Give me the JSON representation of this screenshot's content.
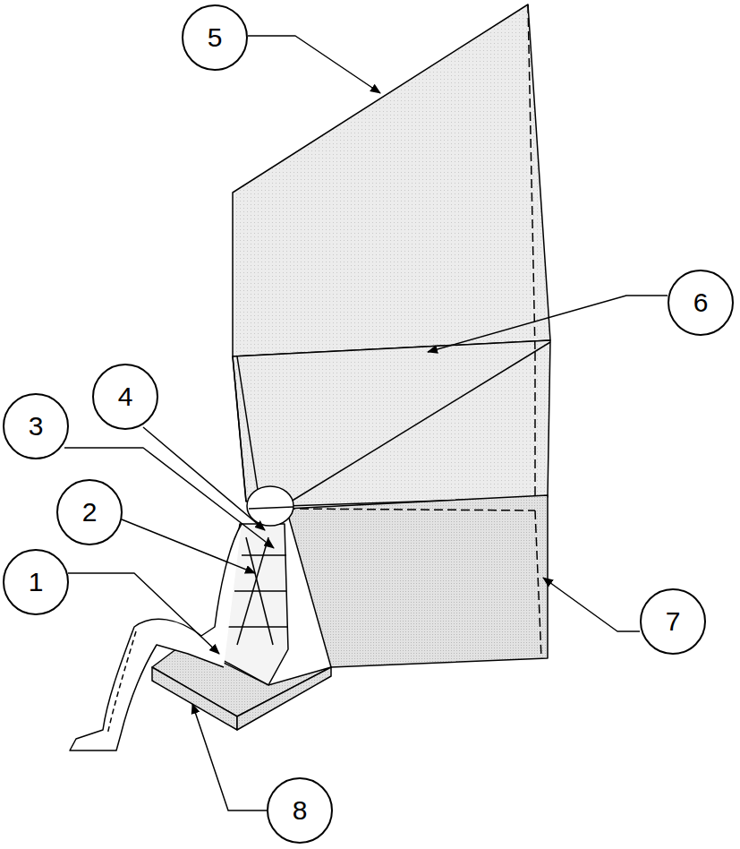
{
  "diagram": {
    "nodes": [
      {
        "text": [
          "5"
        ]
      },
      {
        "text": [
          "6"
        ]
      },
      {
        "text": [
          "4"
        ]
      },
      {
        "text": [
          "3"
        ]
      },
      {
        "text": [
          "2"
        ]
      },
      {
        "text": [
          "1"
        ]
      },
      {
        "text": [
          "7"
        ]
      },
      {
        "text": [
          "8"
        ]
      }
    ]
  }
}
